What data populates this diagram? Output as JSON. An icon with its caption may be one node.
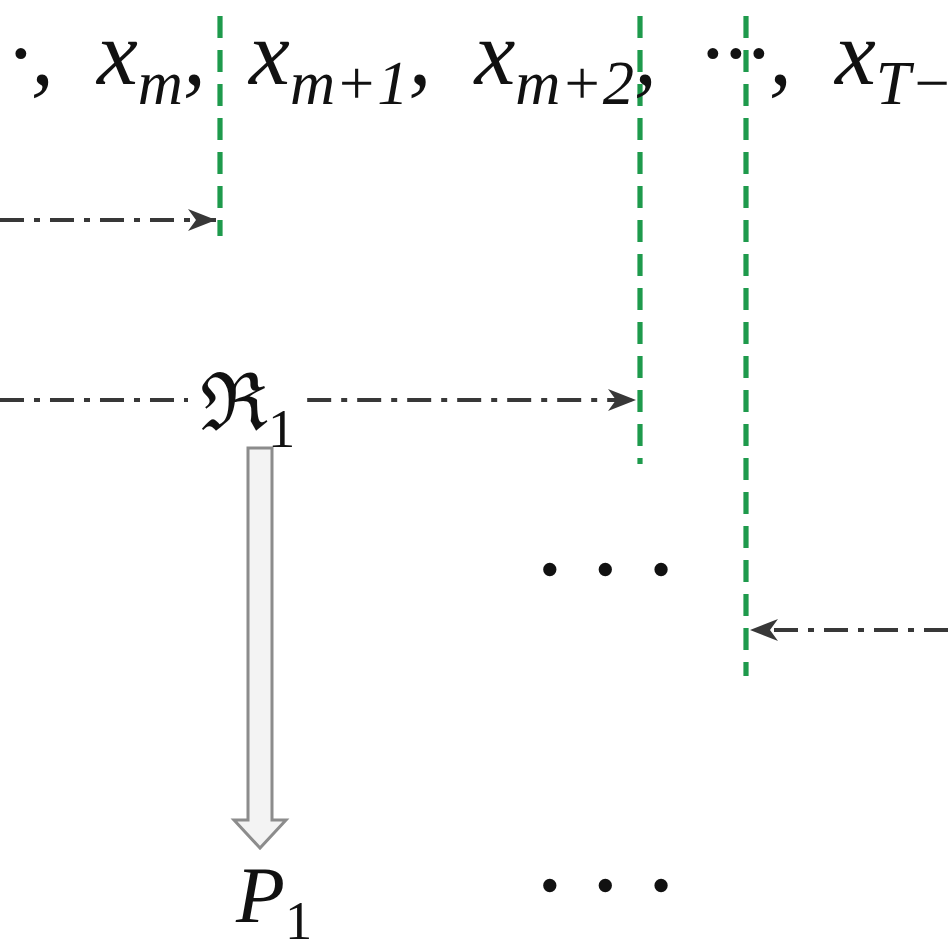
{
  "diagram": {
    "nodes": [
      {
        "text": [],
        "shape": "line"
      },
      {
        "text": [],
        "shape": "line"
      },
      {
        "text": [],
        "shape": "line"
      },
      {
        "text": [
          "ℜ$_{1}$"
        ]
      },
      {
        "text": [
          "*P*$_{1}$"
        ]
      }
    ],
    "edges": [
      {
        "from": null,
        "to": 0,
        "arrow": "to",
        "style": "dashed"
      },
      {
        "from": null,
        "to": 3,
        "arrow": "none",
        "style": "dashed"
      },
      {
        "from": 3,
        "to": 1,
        "arrow": "to",
        "style": "dashed"
      },
      {
        "from": null,
        "to": 2,
        "arrow": "to",
        "style": "dashed"
      },
      {
        "from": 3,
        "to": 4,
        "arrow": "to",
        "style": "thick",
        "color": "#8c8c8c"
      }
    ],
    "labels": [
      "·, x$_{m}$, x$_{m+1}$, x$_{m+2}$, ···, x$_{T−}$",
      "• • •",
      "• • •"
    ]
  }
}
